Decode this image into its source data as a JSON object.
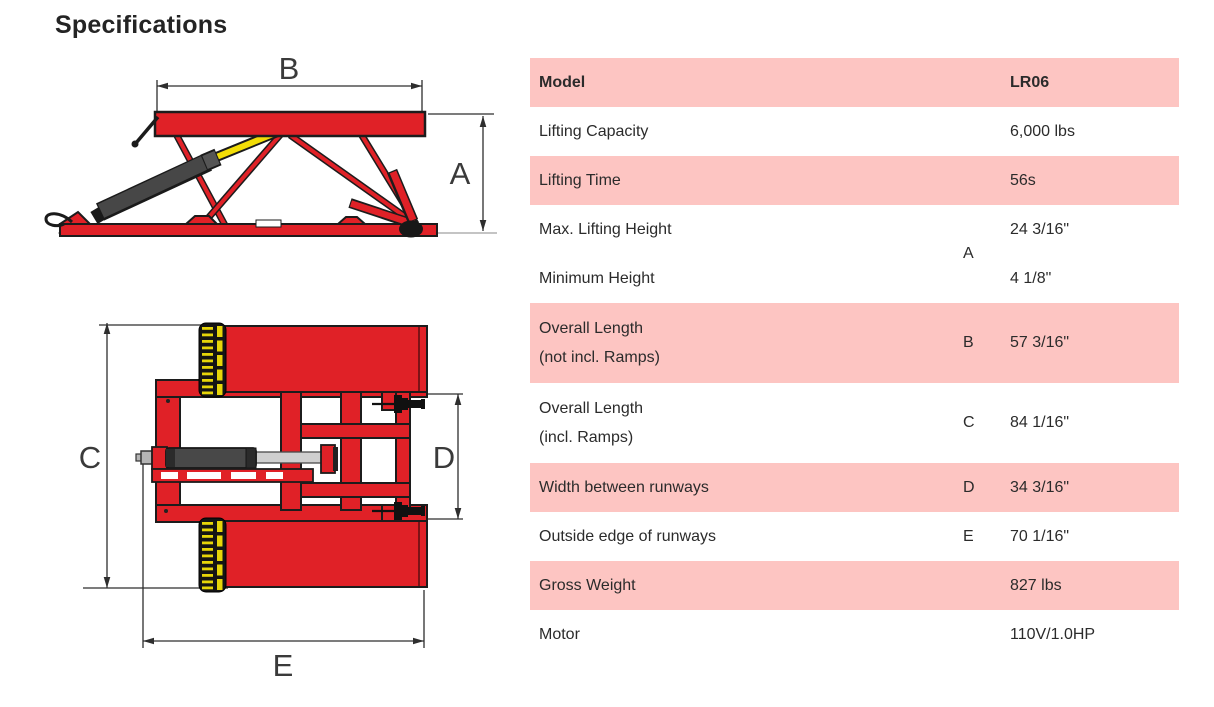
{
  "page": {
    "title": "Specifications"
  },
  "colors": {
    "row_pink": "#fdc5c2",
    "machine_red": "#e02127",
    "ramp_yellow": "#e6d509",
    "cylinder_gray": "#484848",
    "text_dark": "#2b2b2b"
  },
  "diagram": {
    "side_view": {
      "label_b": "B",
      "label_a": "A"
    },
    "top_view": {
      "label_c": "C",
      "label_d": "D",
      "label_e": "E"
    }
  },
  "table": {
    "header": {
      "label": "Model",
      "value": "LR06"
    },
    "rows": [
      {
        "label_lines": [
          "Lifting Capacity"
        ],
        "letter": "",
        "value": "6,000 lbs",
        "shaded": false
      },
      {
        "label_lines": [
          "Lifting Time"
        ],
        "letter": "",
        "value": "56s",
        "shaded": true
      },
      {
        "pairs": [
          [
            "Max. Lifting Height",
            "24 3/16\""
          ],
          [
            "Minimum Height",
            "4 1/8\""
          ]
        ],
        "letter": "A",
        "shaded": false
      },
      {
        "label_lines": [
          "Overall Length",
          "(not incl. Ramps)"
        ],
        "letter": "B",
        "value": "57 3/16\"",
        "shaded": true
      },
      {
        "label_lines": [
          "Overall Length",
          "(incl. Ramps)"
        ],
        "letter": "C",
        "value": "84 1/16\"",
        "shaded": false
      },
      {
        "label_lines": [
          "Width between runways"
        ],
        "letter": "D",
        "value": "34 3/16\"",
        "shaded": true
      },
      {
        "label_lines": [
          "Outside edge of runways"
        ],
        "letter": "E",
        "value": "70 1/16\"",
        "shaded": false
      },
      {
        "label_lines": [
          "Gross Weight"
        ],
        "letter": "",
        "value": "827 lbs",
        "shaded": true
      },
      {
        "label_lines": [
          "Motor"
        ],
        "letter": "",
        "value": "110V/1.0HP",
        "shaded": false
      }
    ]
  }
}
